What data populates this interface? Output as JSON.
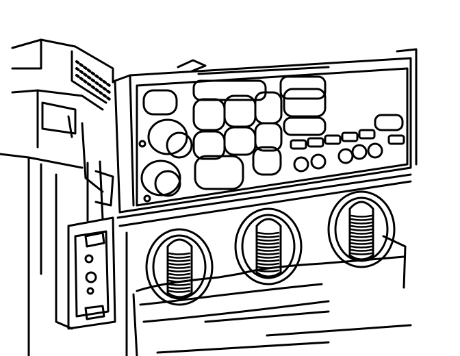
{
  "diagram": {
    "style": "black line drawing on white",
    "stroke_color": "#000000",
    "background_color": "#ffffff",
    "components": {
      "radio_faceplate": {
        "preset_buttons": 8,
        "rotary_knobs": 2,
        "small_knobs": 5,
        "small_buttons": 6
      },
      "climate_control": {
        "knobs": 3
      },
      "mounting_bracket": {
        "holes": 3
      }
    }
  }
}
